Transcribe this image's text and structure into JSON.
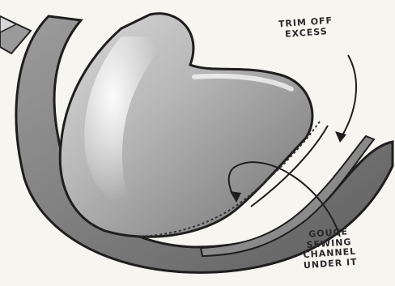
{
  "annotations": {
    "trim": {
      "line1": "TRIM OFF",
      "line2": "EXCESS"
    },
    "gouge": {
      "line1": "GOUGE",
      "line2": "SEWING",
      "line3": "CHANNEL",
      "line4": "UNDER IT"
    }
  },
  "colors": {
    "paper": "#f7f5f0",
    "ink": "#2a2a2a",
    "leather_dark": "#6f6f6f",
    "leather_mid": "#a9a9a9",
    "highlight": "#ffffff"
  }
}
